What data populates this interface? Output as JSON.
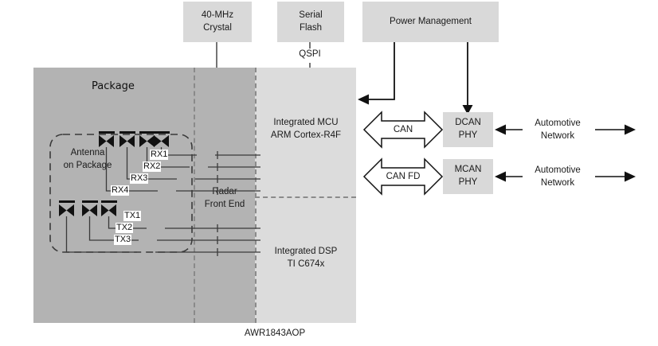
{
  "diagram": {
    "caption": "AWR1843AOP",
    "package_label": "Package",
    "antenna_label_line1": "Antenna",
    "antenna_label_line2": "on Package",
    "radar_front_end_line1": "Radar",
    "radar_front_end_line2": "Front End"
  },
  "top_blocks": [
    {
      "name": "crystal",
      "line1": "40-MHz",
      "line2": "Crystal"
    },
    {
      "name": "serial-flash",
      "line1": "Serial",
      "line2": "Flash"
    },
    {
      "name": "power-management",
      "line1": "Power Management",
      "line2": ""
    }
  ],
  "bus_labels": {
    "qspi": "QSPI"
  },
  "processors": {
    "mcu_line1": "Integrated MCU",
    "mcu_line2": "ARM Cortex-R4F",
    "dsp_line1": "Integrated DSP",
    "dsp_line2": "TI C674x"
  },
  "rx_pins": [
    "RX1",
    "RX2",
    "RX3",
    "RX4"
  ],
  "tx_pins": [
    "TX1",
    "TX2",
    "TX3"
  ],
  "interfaces": [
    {
      "name": "can",
      "bus_label": "CAN",
      "phy_line1": "DCAN",
      "phy_line2": "PHY",
      "network_line1": "Automotive",
      "network_line2": "Network"
    },
    {
      "name": "can-fd",
      "bus_label": "CAN FD",
      "phy_line1": "MCAN",
      "phy_line2": "PHY",
      "network_line1": "Automotive",
      "network_line2": "Network"
    }
  ],
  "colors": {
    "block_fill": "#d9d9d9",
    "package_dark": "#b3b3b3",
    "package_light": "#dcdcdc",
    "line": "#3a3a3a",
    "dashed": "#8a8a8a",
    "text": "#1a1a1a"
  }
}
